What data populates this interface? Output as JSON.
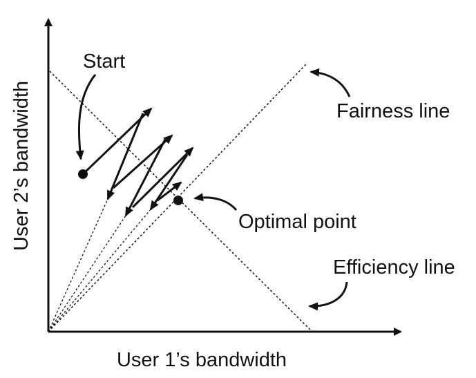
{
  "axes": {
    "x_label": "User 1’s bandwidth",
    "y_label": "User 2’s bandwidth"
  },
  "annotations": {
    "start": "Start",
    "fairness_line": "Fairness line",
    "optimal_point": "Optimal point",
    "efficiency_line": "Efficiency line"
  },
  "colors": {
    "ink": "#111111",
    "background": "#ffffff"
  }
}
